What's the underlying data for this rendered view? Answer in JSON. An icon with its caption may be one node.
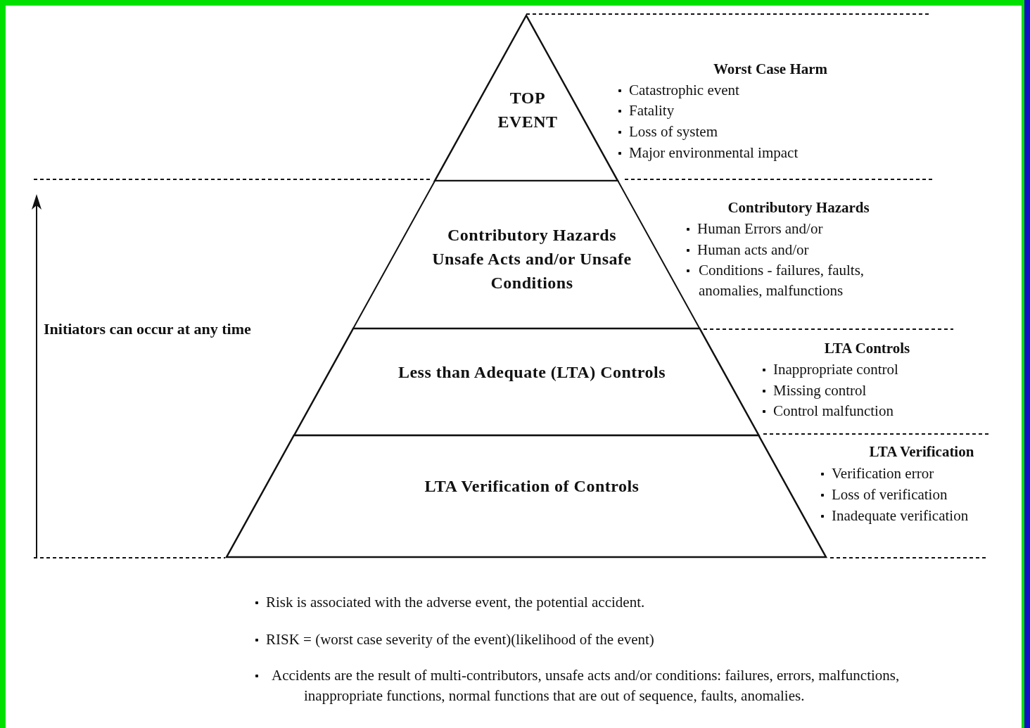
{
  "diagram": {
    "nodes": [
      {
        "text": [
          "TOP EVENT"
        ]
      },
      {
        "text": [
          "Contributory Hazards Unsafe Acts and/or Unsafe Conditions"
        ]
      },
      {
        "text": [
          "Less than Adequate (LTA) Controls"
        ]
      },
      {
        "text": [
          "LTA Verification of Controls"
        ]
      }
    ],
    "labels": [
      "Worst Case Harm",
      "Catastrophic event",
      "Fatality",
      "Loss of system",
      "Major environmental impact",
      "Contributory Hazards",
      "Human Errors and/or",
      "Human acts and/or",
      "Conditions - failures, faults, anomalies, malfunctions",
      "Initiators can occur at any time",
      "LTA Controls",
      "Inappropriate control",
      "Missing control",
      "Control malfunction",
      "LTA Verification",
      "Verification error",
      "Loss of verification",
      "Inadequate verification",
      "Risk is associated with the adverse event, the potential accident.",
      "RISK = (worst case severity of the event)(likelihood of the event)",
      "Accidents are the result of multi-contributors, unsafe acts and/or conditions: failures, errors, malfunctions, inappropriate functions, normal functions that are out of sequence, faults, anomalies."
    ]
  }
}
